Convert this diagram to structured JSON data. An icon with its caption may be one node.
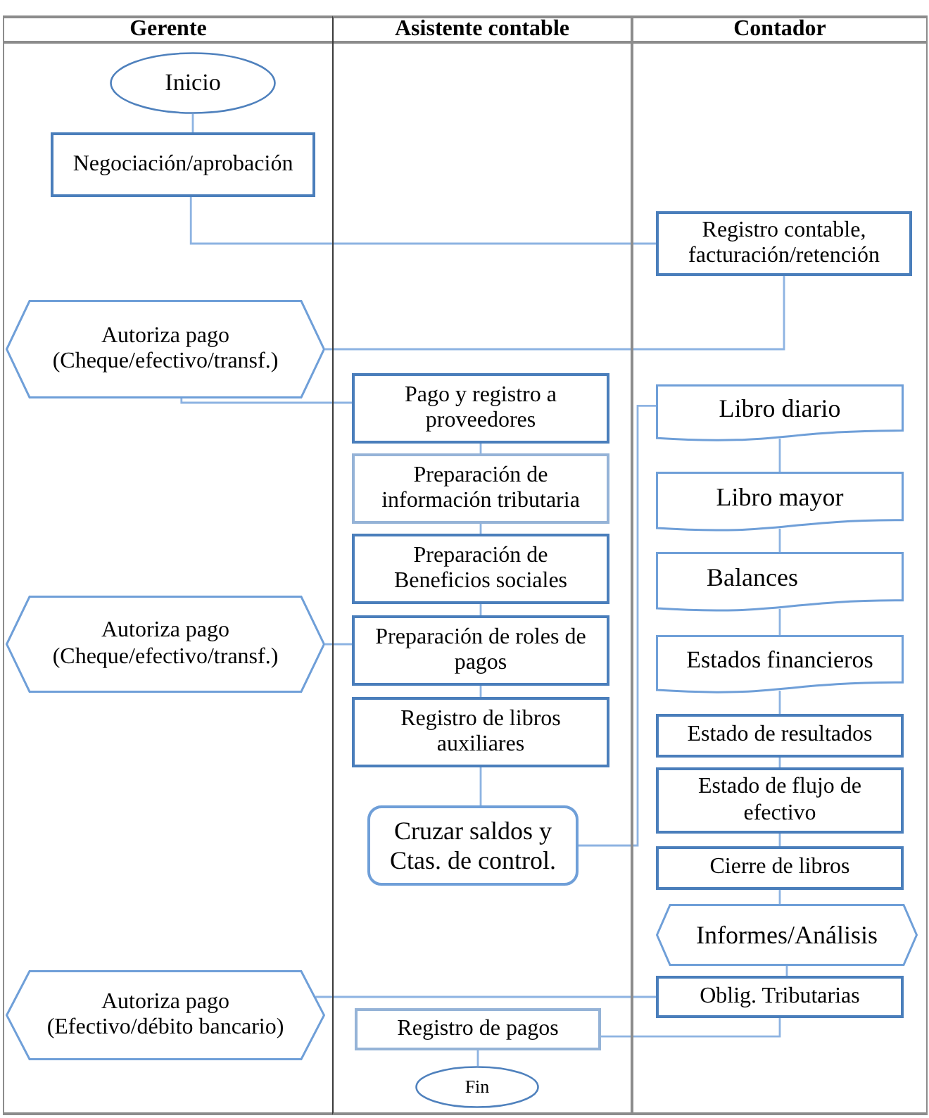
{
  "diagram": {
    "nodes": [
      {
        "text": [
          "Gerente"
        ]
      },
      {
        "text": [
          "Inicio"
        ],
        "in": 0
      },
      {
        "text": [
          "Negociación/aprobación"
        ],
        "in": 0
      },
      {
        "text": [
          "Autoriza pago (Cheque/efectivo/transf.)"
        ],
        "in": 0
      },
      {
        "text": [
          "Autoriza pago (Cheque/efectivo/transf.)"
        ],
        "in": 0
      },
      {
        "text": [
          "Autoriza pago (Efectivo/débito bancario)"
        ],
        "in": 0
      },
      {
        "text": [
          "Asistente contable"
        ]
      },
      {
        "text": [
          "Pago y registro a proveedores"
        ],
        "in": 6
      },
      {
        "text": [
          "Preparación de información tributaria"
        ],
        "in": 6
      },
      {
        "text": [
          "Preparación de Beneficios sociales"
        ],
        "in": 6
      },
      {
        "text": [
          "Preparación de roles de pagos"
        ],
        "in": 6
      },
      {
        "text": [
          "Registro de libros auxiliares"
        ],
        "in": 6
      },
      {
        "text": [
          "Cruzar saldos y Ctas. de control."
        ],
        "in": 6
      },
      {
        "text": [
          "Registro de pagos"
        ],
        "in": 6
      },
      {
        "text": [
          "Fin"
        ],
        "in": 6
      },
      {
        "text": [
          "Contador"
        ]
      },
      {
        "text": [
          "Registro contable, facturación/retención"
        ],
        "in": 15
      },
      {
        "text": [
          "Libro diario"
        ],
        "in": 15
      },
      {
        "text": [
          "Libro mayor"
        ],
        "in": 15
      },
      {
        "text": [
          "Balances"
        ],
        "in": 15
      },
      {
        "text": [
          "Estados financieros"
        ],
        "in": 15
      },
      {
        "text": [
          "Estado de resultados"
        ],
        "in": 15
      },
      {
        "text": [
          "Estado de flujo de efectivo"
        ],
        "in": 15
      },
      {
        "text": [
          "Cierre de libros"
        ],
        "in": 15
      },
      {
        "text": [
          "Informes/Análisis"
        ],
        "in": 15
      },
      {
        "text": [
          "Oblig. Tributarias"
        ],
        "in": 15
      }
    ],
    "edges": [
      {
        "from": 1,
        "to": 2,
        "arrow": "none"
      },
      {
        "from": 2,
        "to": 16,
        "arrow": "none"
      },
      {
        "from": 16,
        "to": 3,
        "arrow": "none"
      },
      {
        "from": 3,
        "to": 7,
        "arrow": "none"
      },
      {
        "from": 7,
        "to": 8,
        "arrow": "none"
      },
      {
        "from": 8,
        "to": 9,
        "arrow": "none"
      },
      {
        "from": 9,
        "to": 10,
        "arrow": "none"
      },
      {
        "from": 4,
        "to": 10,
        "arrow": "none"
      },
      {
        "from": 10,
        "to": 11,
        "arrow": "none"
      },
      {
        "from": 11,
        "to": 12,
        "arrow": "none"
      },
      {
        "from": 12,
        "to": 17,
        "arrow": "none"
      },
      {
        "from": 17,
        "to": 18,
        "arrow": "none"
      },
      {
        "from": 18,
        "to": 19,
        "arrow": "none"
      },
      {
        "from": 19,
        "to": 20,
        "arrow": "none"
      },
      {
        "from": 20,
        "to": 21,
        "arrow": "none"
      },
      {
        "from": 21,
        "to": 22,
        "arrow": "none"
      },
      {
        "from": 22,
        "to": 23,
        "arrow": "none"
      },
      {
        "from": 23,
        "to": 24,
        "arrow": "none"
      },
      {
        "from": 24,
        "to": 25,
        "arrow": "none"
      },
      {
        "from": 5,
        "to": 25,
        "arrow": "none"
      },
      {
        "from": 25,
        "to": 13,
        "arrow": "none"
      },
      {
        "from": 13,
        "to": 14,
        "arrow": "none"
      }
    ]
  }
}
